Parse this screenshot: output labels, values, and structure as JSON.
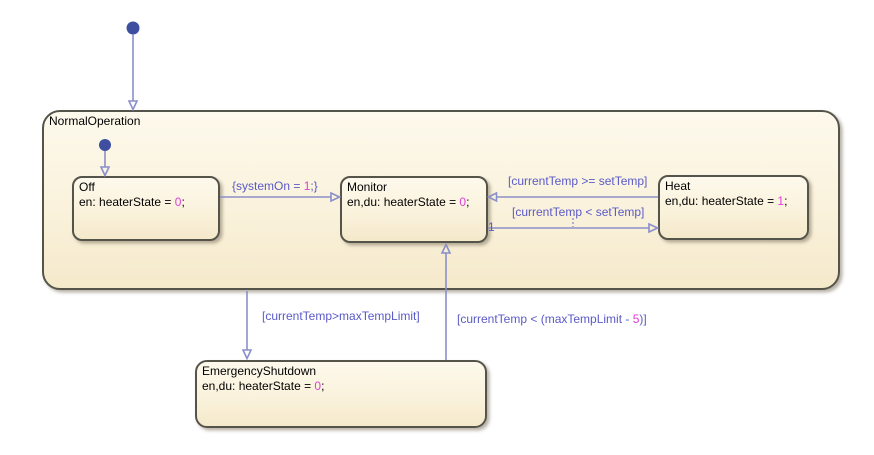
{
  "diagram": {
    "colors": {
      "state_fill_top": "#FDF9EC",
      "state_fill_bottom": "#F5E9CB",
      "state_border": "#55544B",
      "transition_line": "#8A8FC9",
      "transition_label": "#5A5AC8",
      "literal_number": "#DE3FD8",
      "initial_dot": "#3E4FA0",
      "state_text": "#000000",
      "background": "#FFFFFF"
    },
    "states": {
      "normalOperation": {
        "title": "NormalOperation"
      },
      "off": {
        "title": "Off",
        "action_pre": "en: heaterState = ",
        "action_num": "0",
        "action_post": ";"
      },
      "monitor": {
        "title": "Monitor",
        "action_pre": "en,du: heaterState = ",
        "action_num": "0",
        "action_post": ";"
      },
      "heat": {
        "title": "Heat",
        "action_pre": "en,du: heaterState = ",
        "action_num": "1",
        "action_post": ";"
      },
      "emergencyShutdown": {
        "title": "EmergencyShutdown",
        "action_pre": "en,du: heaterState = ",
        "action_num": "0",
        "action_post": ";"
      }
    },
    "transitions": {
      "offToMonitor": {
        "pre": "{systemOn = ",
        "num": "1",
        "post": ";}"
      },
      "heatToMonitor": {
        "label": "[currentTemp >= setTemp]"
      },
      "monitorToHeat": {
        "label": "[currentTemp < setTemp]",
        "priority": "1"
      },
      "normalToEmergency": {
        "label": "[currentTemp>maxTempLimit]"
      },
      "emergencyToMonitor": {
        "pre": "[currentTemp < (maxTempLimit - ",
        "num": "5",
        "post": ")]"
      }
    }
  }
}
